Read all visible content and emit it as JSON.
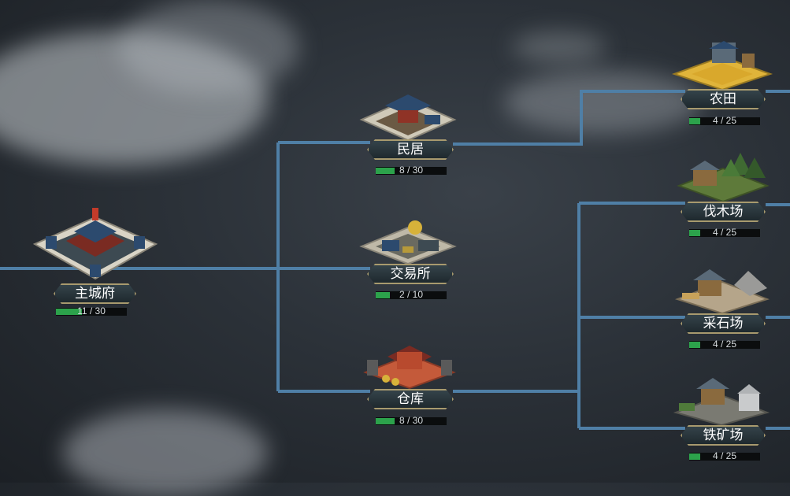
{
  "colors": {
    "line": "#4f7fa6",
    "plate_border": "#a89a6e",
    "progress_fill": "#2ca24b"
  },
  "buildings": [
    {
      "id": "main",
      "name": "主城府",
      "level_text": "11 / 30",
      "progress": 0.37,
      "icon": "palace-icon"
    },
    {
      "id": "house",
      "name": "民居",
      "level_text": "8 / 30",
      "progress": 0.27,
      "icon": "residence-icon"
    },
    {
      "id": "trade",
      "name": "交易所",
      "level_text": "2 / 10",
      "progress": 0.2,
      "icon": "trading-post-icon"
    },
    {
      "id": "warehouse",
      "name": "仓库",
      "level_text": "8 / 30",
      "progress": 0.27,
      "icon": "warehouse-icon"
    },
    {
      "id": "farm",
      "name": "农田",
      "level_text": "4 / 25",
      "progress": 0.16,
      "icon": "farm-icon"
    },
    {
      "id": "lumber",
      "name": "伐木场",
      "level_text": "4 / 25",
      "progress": 0.16,
      "icon": "lumber-mill-icon"
    },
    {
      "id": "quarry",
      "name": "采石场",
      "level_text": "4 / 25",
      "progress": 0.16,
      "icon": "quarry-icon"
    },
    {
      "id": "mine",
      "name": "铁矿场",
      "level_text": "4 / 25",
      "progress": 0.16,
      "icon": "iron-mine-icon"
    }
  ]
}
